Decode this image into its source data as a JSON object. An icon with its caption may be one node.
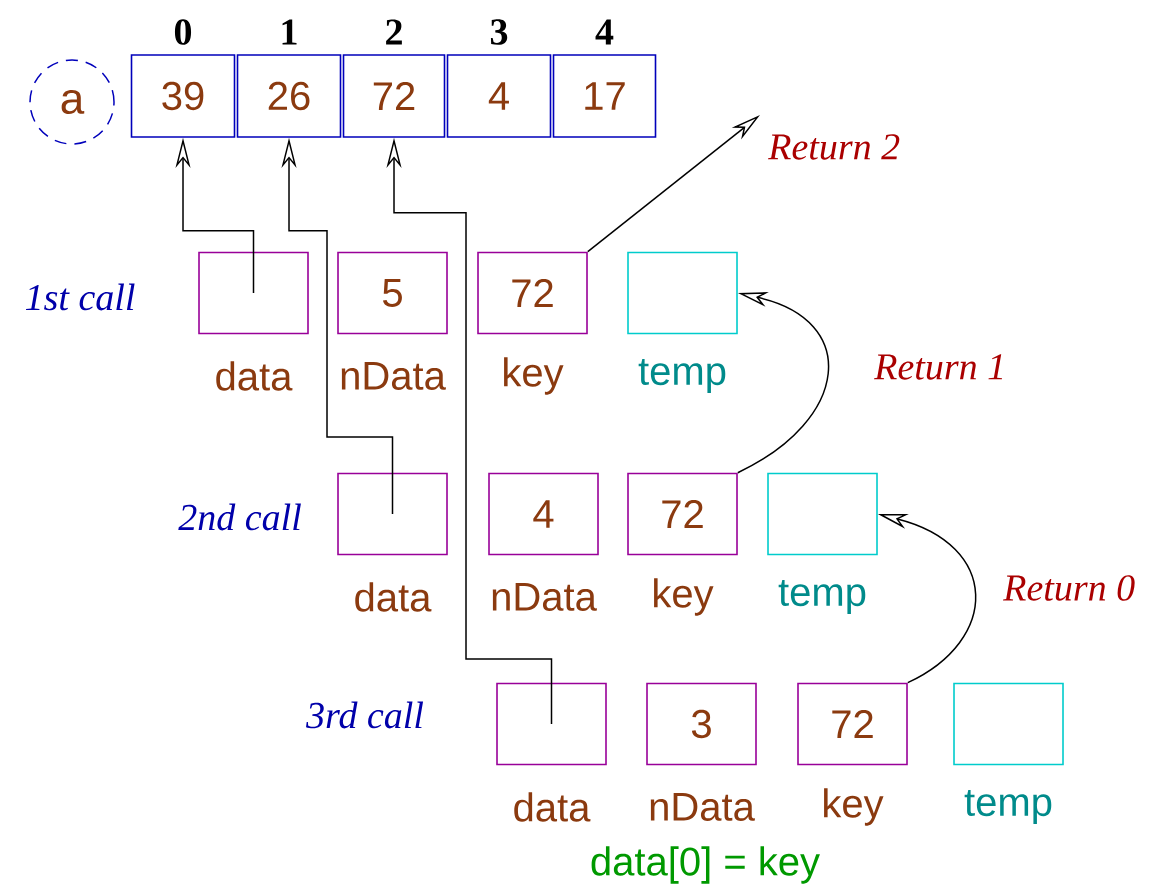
{
  "diagram": {
    "nodes": [
      {
        "text": [
          "a"
        ]
      },
      {
        "text": [
          "39"
        ],
        "beside": [
          "0"
        ]
      },
      {
        "text": [
          "26"
        ],
        "beside": [
          "1"
        ]
      },
      {
        "text": [
          "72"
        ],
        "beside": [
          "2"
        ]
      },
      {
        "text": [
          "4"
        ],
        "beside": [
          "3"
        ]
      },
      {
        "text": [
          "17"
        ],
        "beside": [
          "4"
        ]
      },
      {
        "text": [
          "data"
        ]
      },
      {
        "text": [
          "5",
          "nData"
        ]
      },
      {
        "text": [
          "72",
          "key"
        ]
      },
      {
        "text": [
          "temp"
        ]
      },
      {
        "text": [
          "data"
        ]
      },
      {
        "text": [
          "4",
          "nData"
        ]
      },
      {
        "text": [
          "72",
          "key"
        ]
      },
      {
        "text": [
          "temp"
        ]
      },
      {
        "text": [
          "data"
        ]
      },
      {
        "text": [
          "3",
          "nData"
        ]
      },
      {
        "text": [
          "72",
          "key"
        ]
      },
      {
        "text": [
          "temp"
        ]
      }
    ],
    "edges": [
      {
        "from": 6,
        "to": 1,
        "arrow": "to"
      },
      {
        "from": 10,
        "to": 2,
        "arrow": "to"
      },
      {
        "from": 14,
        "to": 3,
        "arrow": "to"
      },
      {
        "from": 8,
        "to": null,
        "arrow": "to",
        "label": "Return 2"
      },
      {
        "from": 12,
        "to": 9,
        "arrow": "to",
        "label": "Return 1"
      },
      {
        "from": 16,
        "to": 13,
        "arrow": "to",
        "label": "Return 0"
      }
    ],
    "labels": [
      "1st call",
      "2nd call",
      "3rd call",
      "data[0] = key"
    ]
  }
}
